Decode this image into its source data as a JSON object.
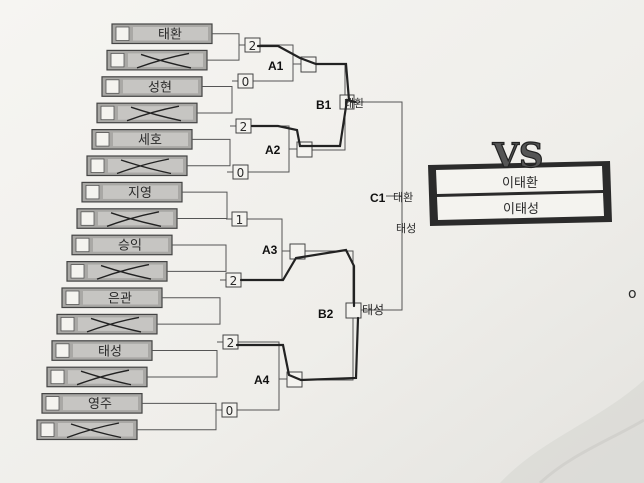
{
  "players": [
    {
      "name": "태환",
      "crossed": false
    },
    {
      "name": "",
      "crossed": true
    },
    {
      "name": "성현",
      "crossed": false
    },
    {
      "name": "",
      "crossed": true
    },
    {
      "name": "세호",
      "crossed": false
    },
    {
      "name": "",
      "crossed": true
    },
    {
      "name": "지영",
      "crossed": false
    },
    {
      "name": "",
      "crossed": true
    },
    {
      "name": "승익",
      "crossed": false
    },
    {
      "name": "",
      "crossed": true
    },
    {
      "name": "은관",
      "crossed": false
    },
    {
      "name": "",
      "crossed": true
    },
    {
      "name": "태성",
      "crossed": false
    },
    {
      "name": "",
      "crossed": true
    },
    {
      "name": "영주",
      "crossed": false
    },
    {
      "name": "",
      "crossed": true
    }
  ],
  "pair_scores": [
    "2",
    "0",
    "2",
    "0",
    "1",
    "2",
    "2",
    "0"
  ],
  "round_labels": {
    "a1": "A1",
    "a2": "A2",
    "a3": "A3",
    "a4": "A4",
    "b1": "B1",
    "b2": "B2",
    "c1": "C1"
  },
  "winners": {
    "b1": "태환",
    "b2": "태성",
    "c1_top": "태환",
    "c1_bottom": "태성"
  },
  "vs": {
    "title": "VS",
    "line1": "이태환",
    "line2": "이태성"
  },
  "margin_mark": "o"
}
